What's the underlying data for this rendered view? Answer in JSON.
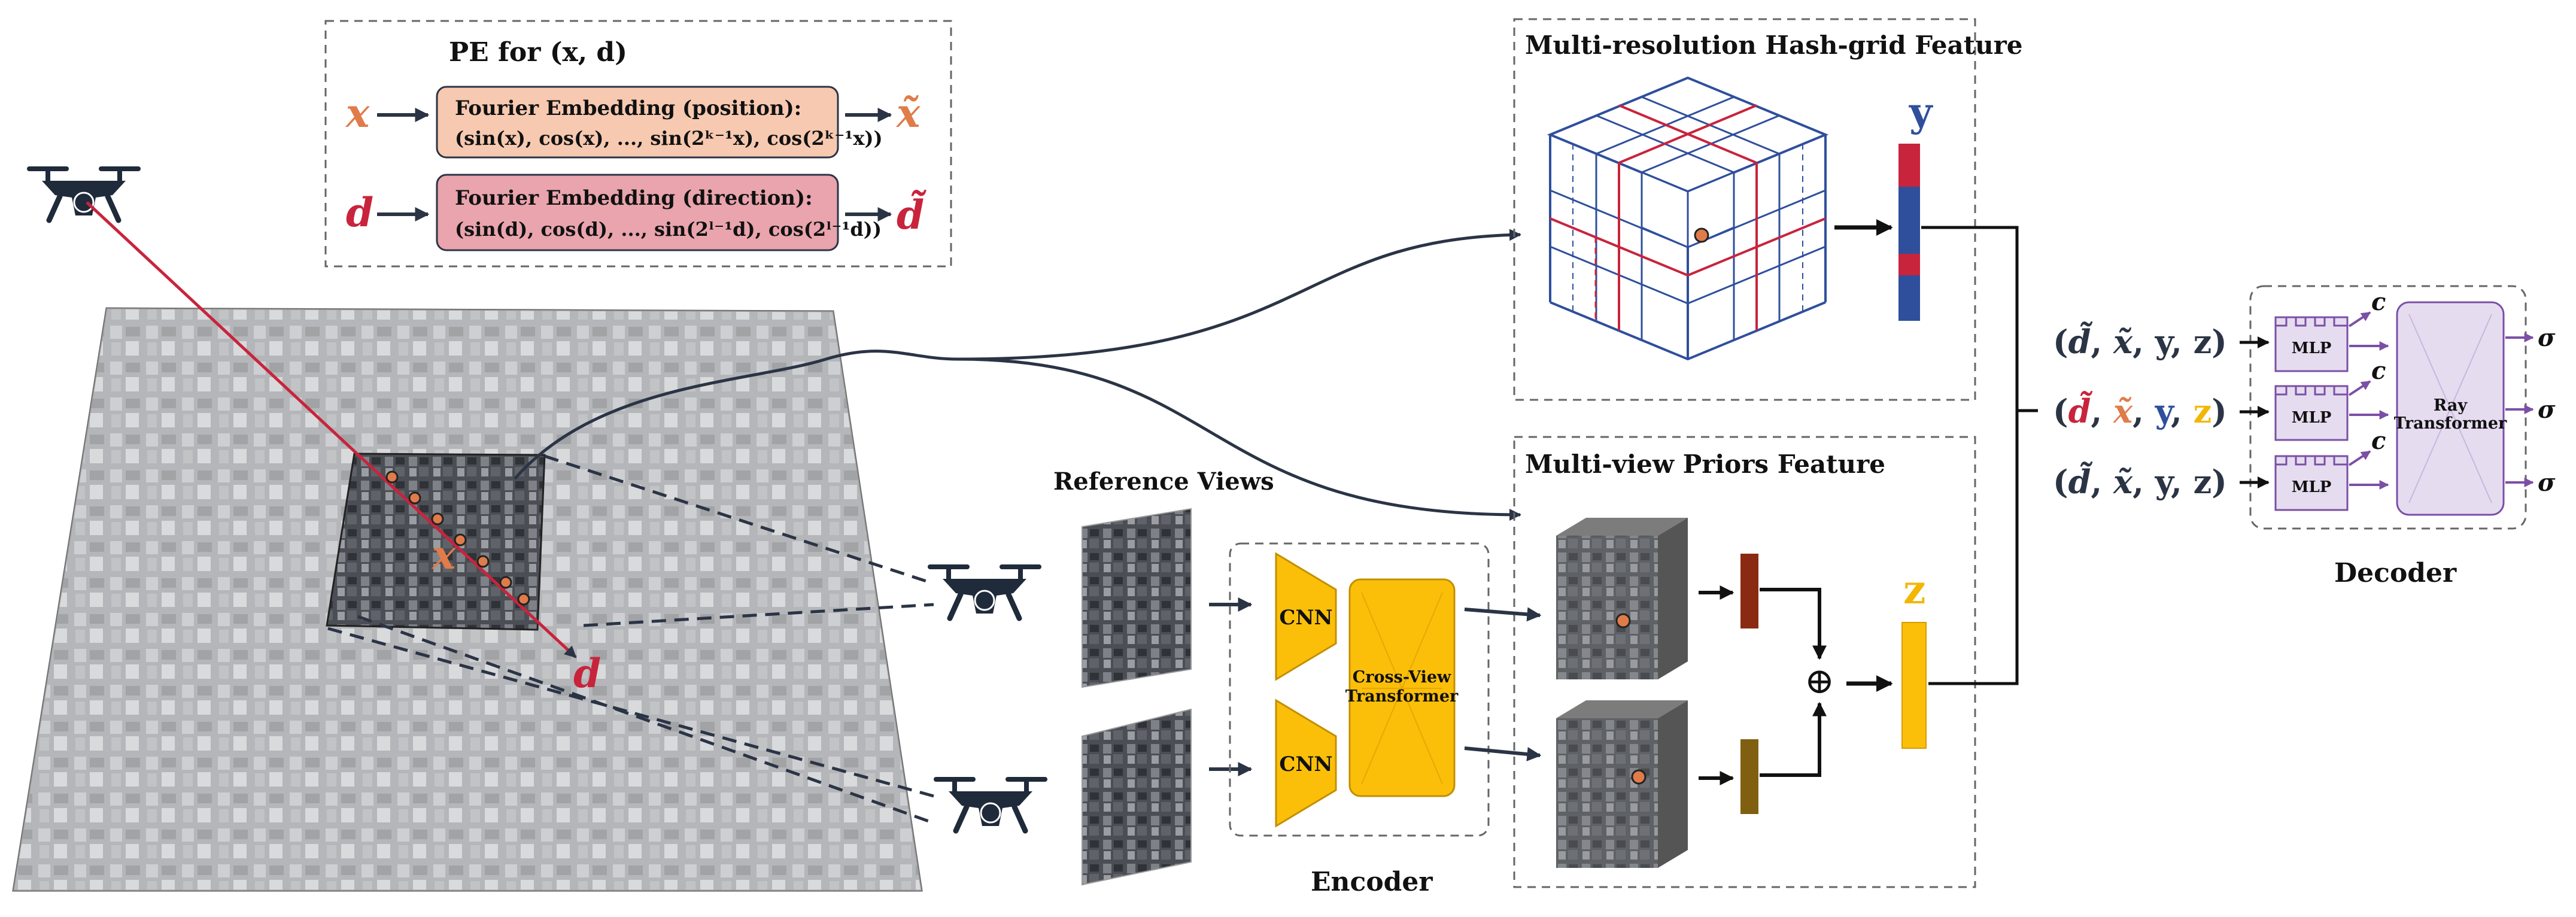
{
  "pe": {
    "title": "PE for (x, d)",
    "x_symbol": "x",
    "d_symbol": "d",
    "x_tilde": "x̃",
    "d_tilde": "d̃",
    "pos_title": "Fourier Embedding (position):",
    "pos_formula": "(sin(x), cos(x), ..., sin(2ᵏ⁻¹x), cos(2ᵏ⁻¹x))",
    "dir_title": "Fourier Embedding (direction):",
    "dir_formula": "(sin(d), cos(d), ..., sin(2ˡ⁻¹d), cos(2ˡ⁻¹d))"
  },
  "scene": {
    "x_label": "x",
    "d_label": "d"
  },
  "hash": {
    "title": "Multi-resolution Hash-grid Feature",
    "y_label": "y"
  },
  "mv": {
    "title": "Multi-view Priors Feature",
    "z_label": "z",
    "plus": "⊕"
  },
  "encoder": {
    "ref_views": "Reference Views",
    "cnn_label": "CNN",
    "cvt_line1": "Cross-View",
    "cvt_line2": "Transformer",
    "label": "Encoder"
  },
  "decoder": {
    "label": "Decoder",
    "mlp_label": "MLP",
    "c_label": "c",
    "sigma_label": "σ",
    "ray_line1": "Ray",
    "ray_line2": "Transformer",
    "inputs": [
      {
        "d": "d̃",
        "x": "x̃",
        "y": "y",
        "z": "z"
      },
      {
        "d": "d̃",
        "x": "x̃",
        "y": "y",
        "z": "z"
      },
      {
        "d": "d̃",
        "x": "x̃",
        "y": "y",
        "z": "z"
      }
    ]
  },
  "colors": {
    "x_orange": "#e07b4a",
    "d_red": "#c8243c",
    "y_blue": "#2f4f9c",
    "z_yellow": "#f2b705",
    "cnn_fill": "#fbbf0a",
    "mlp_purple": "#7b4fa6",
    "mlp_fill": "#e6dcf0",
    "pos_fill": "#f6c9b0",
    "dir_fill": "#e9a4ad",
    "dark": "#2b3445"
  }
}
